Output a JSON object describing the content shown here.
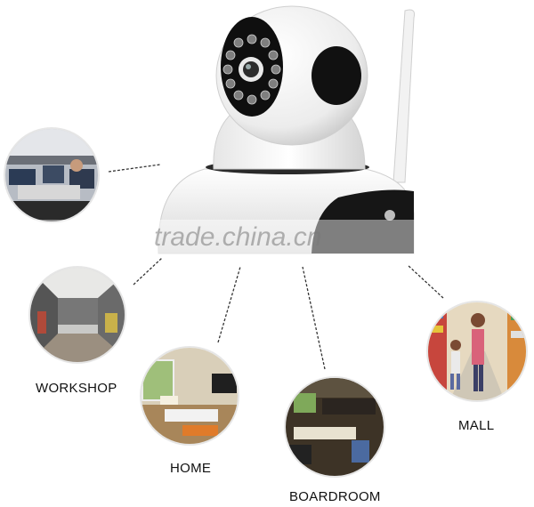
{
  "watermark": {
    "text": "trade.china.cn"
  },
  "locations": [
    {
      "id": "office",
      "label": ""
    },
    {
      "id": "workshop",
      "label": "WORKSHOP"
    },
    {
      "id": "home",
      "label": "HOME"
    },
    {
      "id": "boardroom",
      "label": "BOARDROOM"
    },
    {
      "id": "mall",
      "label": "MALL"
    }
  ],
  "colors": {
    "camera_body": "#f4f4f4",
    "camera_lens": "#151515",
    "ir_leds": "#8a8a8a",
    "connector_lines": "#333333"
  }
}
